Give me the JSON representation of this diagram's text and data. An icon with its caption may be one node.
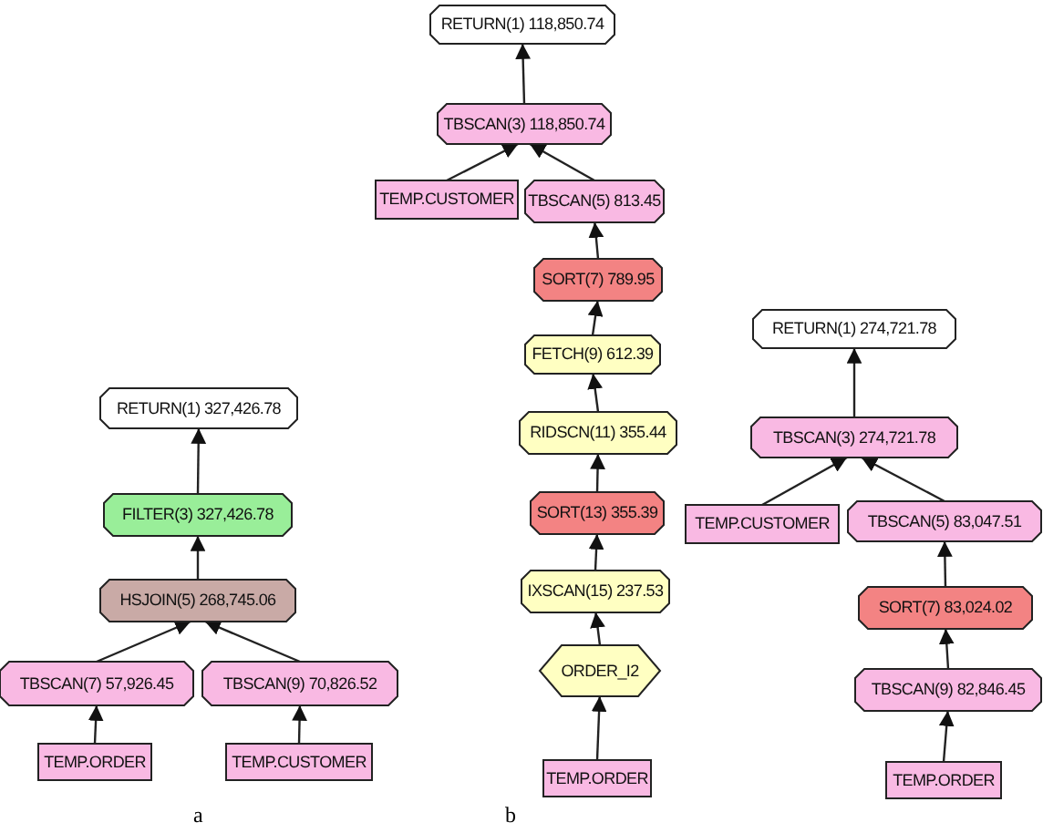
{
  "diagram": {
    "nodes": [
      {
        "text": [
          "RETURN(1) 327,426.78"
        ]
      },
      {
        "text": [
          "FILTER(3) 327,426.78"
        ]
      },
      {
        "text": [
          "HSJOIN(5) 268,745.06"
        ]
      },
      {
        "text": [
          "TBSCAN(7) 57,926.45"
        ]
      },
      {
        "text": [
          "TBSCAN(9) 70,826.52"
        ]
      },
      {
        "text": [
          "TEMP.ORDER"
        ]
      },
      {
        "text": [
          "TEMP.CUSTOMER"
        ]
      },
      {
        "text": [
          "RETURN(1) 118,850.74"
        ]
      },
      {
        "text": [
          "TBSCAN(3) 118,850.74"
        ]
      },
      {
        "text": [
          "TEMP.CUSTOMER"
        ]
      },
      {
        "text": [
          "TBSCAN(5) 813.45"
        ]
      },
      {
        "text": [
          "SORT(7) 789.95"
        ]
      },
      {
        "text": [
          "FETCH(9) 612.39"
        ]
      },
      {
        "text": [
          "RIDSCN(11) 355.44"
        ]
      },
      {
        "text": [
          "SORT(13) 355.39"
        ]
      },
      {
        "text": [
          "IXSCAN(15) 237.53"
        ]
      },
      {
        "text": [
          "ORDER_I2"
        ]
      },
      {
        "text": [
          "TEMP.ORDER"
        ]
      },
      {
        "text": [
          "RETURN(1) 274,721.78"
        ]
      },
      {
        "text": [
          "TBSCAN(3) 274,721.78"
        ]
      },
      {
        "text": [
          "TEMP.CUSTOMER"
        ]
      },
      {
        "text": [
          "TBSCAN(5) 83,047.51"
        ]
      },
      {
        "text": [
          "SORT(7) 83,024.02"
        ]
      },
      {
        "text": [
          "TBSCAN(9) 82,846.45"
        ]
      },
      {
        "text": [
          "TEMP.ORDER"
        ]
      }
    ],
    "edges": [
      {
        "from": 1,
        "to": 0,
        "arrow": "to"
      },
      {
        "from": 2,
        "to": 1,
        "arrow": "to"
      },
      {
        "from": 3,
        "to": 2,
        "arrow": "to"
      },
      {
        "from": 4,
        "to": 2,
        "arrow": "to"
      },
      {
        "from": 5,
        "to": 3,
        "arrow": "to"
      },
      {
        "from": 6,
        "to": 4,
        "arrow": "to"
      },
      {
        "from": 8,
        "to": 7,
        "arrow": "to"
      },
      {
        "from": 9,
        "to": 8,
        "arrow": "to"
      },
      {
        "from": 10,
        "to": 8,
        "arrow": "to"
      },
      {
        "from": 11,
        "to": 10,
        "arrow": "to"
      },
      {
        "from": 12,
        "to": 11,
        "arrow": "to"
      },
      {
        "from": 13,
        "to": 12,
        "arrow": "to"
      },
      {
        "from": 14,
        "to": 13,
        "arrow": "to"
      },
      {
        "from": 15,
        "to": 14,
        "arrow": "to"
      },
      {
        "from": 16,
        "to": 15,
        "arrow": "to"
      },
      {
        "from": 17,
        "to": 16,
        "arrow": "to"
      },
      {
        "from": 19,
        "to": 18,
        "arrow": "to"
      },
      {
        "from": 20,
        "to": 19,
        "arrow": "to"
      },
      {
        "from": 21,
        "to": 19,
        "arrow": "to"
      },
      {
        "from": 22,
        "to": 21,
        "arrow": "to"
      },
      {
        "from": 23,
        "to": 22,
        "arrow": "to"
      },
      {
        "from": 24,
        "to": 23,
        "arrow": "to"
      }
    ],
    "labels": [
      "a",
      "b"
    ]
  }
}
